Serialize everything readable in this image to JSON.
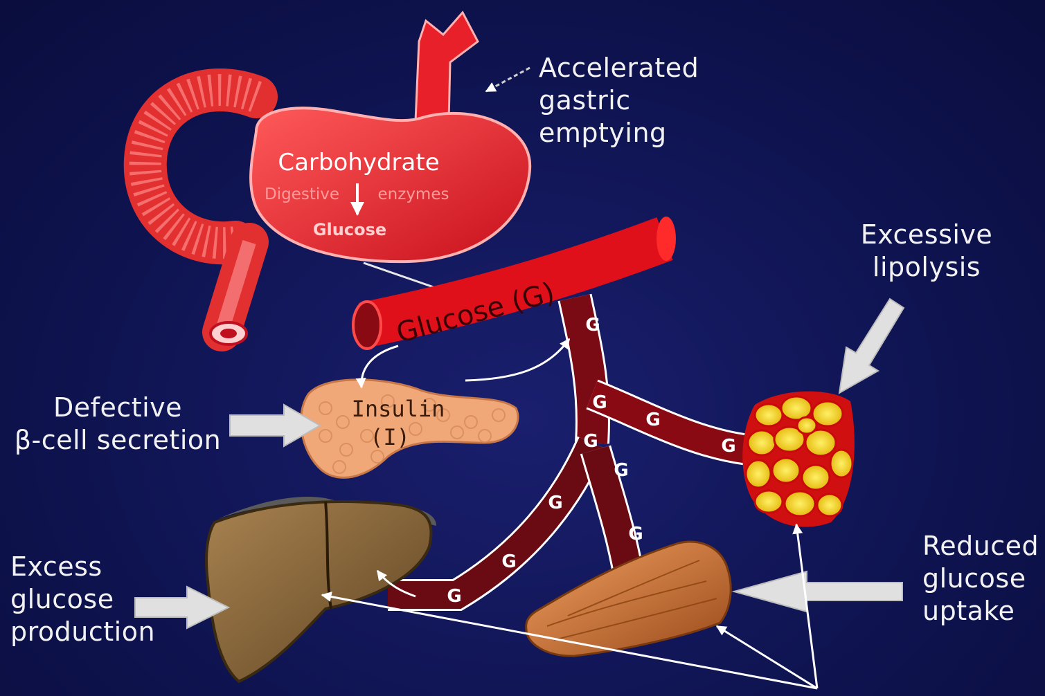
{
  "labels": {
    "gastric": "Accelerated\ngastric\nemptying",
    "lipolysis": "Excessive\nlipolysis",
    "defective": "Defective\nβ-cell secretion",
    "excess": "Excess\nglucose\nproduction",
    "reduced": "Reduced\nglucose\nuptake"
  },
  "stomach": {
    "carbohydrate": "Carbohydrate",
    "digestive": "Digestive",
    "enzymes": "enzymes",
    "glucose": "Glucose"
  },
  "vessel": {
    "label": "Glucose (G)",
    "g": "G",
    "sep": "–"
  },
  "pancreas": {
    "insulin": "Insulin",
    "symbol": "(I)"
  },
  "colors": {
    "background": "#0f1452",
    "stomach": "#e8202a",
    "vessel": "#e0101a",
    "vessel_dark": "#6a0a12",
    "pancreas": "#f0a878",
    "fat": "#f2d21a",
    "liver": "#8a6a3a",
    "muscle": "#d9874a",
    "arrow": "#d8d8d8"
  }
}
